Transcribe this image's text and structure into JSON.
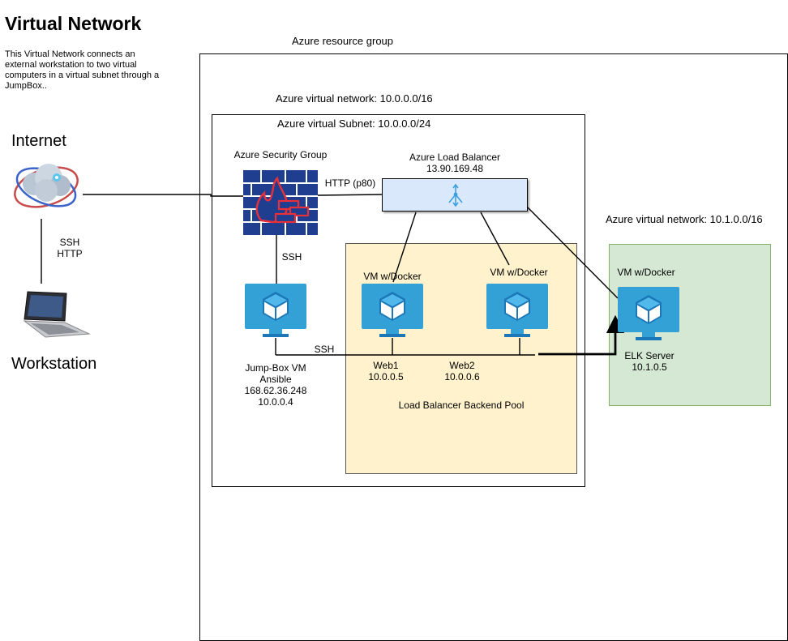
{
  "title": "Virtual Network",
  "description": "This Virtual Network connects an external workstation to two virtual computers in a virtual subnet through a JumpBox..",
  "internet_label": "Internet",
  "workstation_label": "Workstation",
  "internet_link_label": "SSH\nHTTP",
  "resource_group_label": "Azure resource group",
  "vnet_label": "Azure virtual network: 10.0.0.0/16",
  "subnet_label": "Azure virtual Subnet: 10.0.0.0/24",
  "security_group_label": "Azure Security Group",
  "http_label": "HTTP (p80)",
  "load_balancer": {
    "name": "Azure Load Balancer",
    "ip": "13.90.169.48"
  },
  "ssh_label_top": "SSH",
  "ssh_label_bottom": "SSH",
  "jumpbox": {
    "name": "Jump-Box VM",
    "role": "Ansible",
    "public_ip": "168.62.36.248",
    "private_ip": "10.0.0.4"
  },
  "web1": {
    "header": "VM w/Docker",
    "name": "Web1",
    "ip": "10.0.0.5"
  },
  "web2": {
    "header": "VM w/Docker",
    "name": "Web2",
    "ip": "10.0.0.6"
  },
  "pool_label": "Load Balancer Backend Pool",
  "elk_vnet_label": "Azure virtual network: 10.1.0.0/16",
  "elk": {
    "header": "VM w/Docker",
    "name": "ELK Server",
    "ip": "10.1.0.5"
  },
  "colors": {
    "vm_blue": "#33a0d6",
    "vm_dark": "#1b77b7",
    "firewall_blue": "#1f3e8f",
    "firewall_red": "#e8303a",
    "pool_fill": "#fff2cc",
    "elk_fill": "#d5e8d4",
    "lb_fill": "#dae8fc"
  },
  "icons": {
    "internet": "cloud-globe-icon",
    "workstation": "laptop-icon",
    "firewall": "firewall-icon",
    "load_balancer": "load-balancer-icon",
    "vm": "vm-monitor-icon"
  }
}
